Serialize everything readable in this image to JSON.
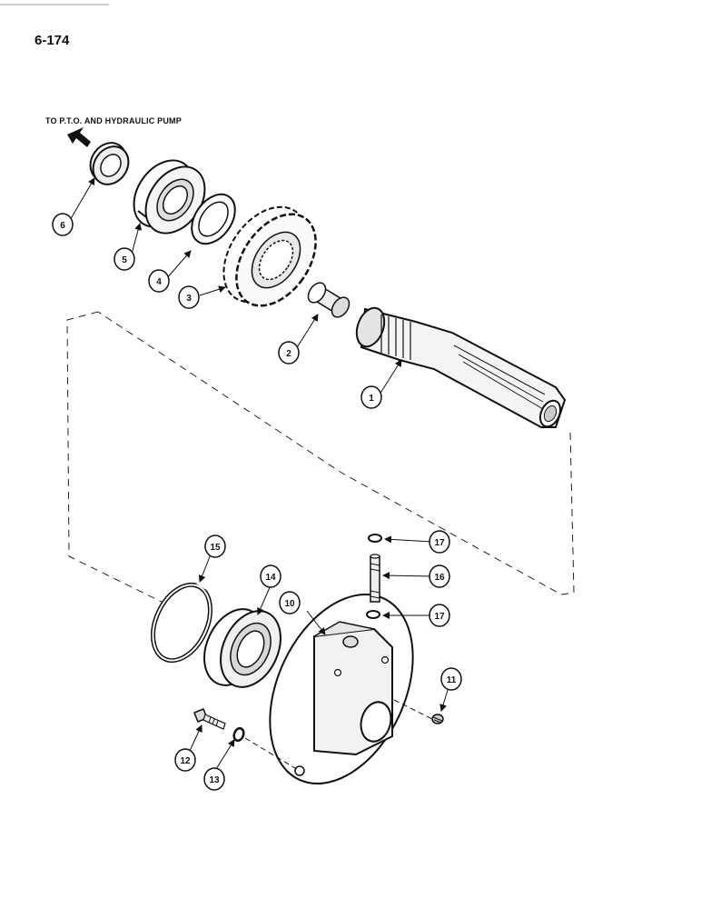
{
  "header": {
    "page_number": "6-174"
  },
  "direction_label": "TO P.T.O. AND HYDRAULIC PUMP",
  "icons": {
    "direction_arrow": "arrow-up-left-icon"
  },
  "callouts": [
    {
      "id": "c1",
      "label": "1"
    },
    {
      "id": "c2",
      "label": "2"
    },
    {
      "id": "c3",
      "label": "3"
    },
    {
      "id": "c4",
      "label": "4"
    },
    {
      "id": "c5",
      "label": "5"
    },
    {
      "id": "c6",
      "label": "6"
    },
    {
      "id": "c10",
      "label": "10"
    },
    {
      "id": "c11",
      "label": "11"
    },
    {
      "id": "c12",
      "label": "12"
    },
    {
      "id": "c13",
      "label": "13"
    },
    {
      "id": "c14",
      "label": "14"
    },
    {
      "id": "c15",
      "label": "15"
    },
    {
      "id": "c16",
      "label": "16"
    },
    {
      "id": "c17a",
      "label": "17"
    },
    {
      "id": "c17b",
      "label": "17"
    }
  ]
}
